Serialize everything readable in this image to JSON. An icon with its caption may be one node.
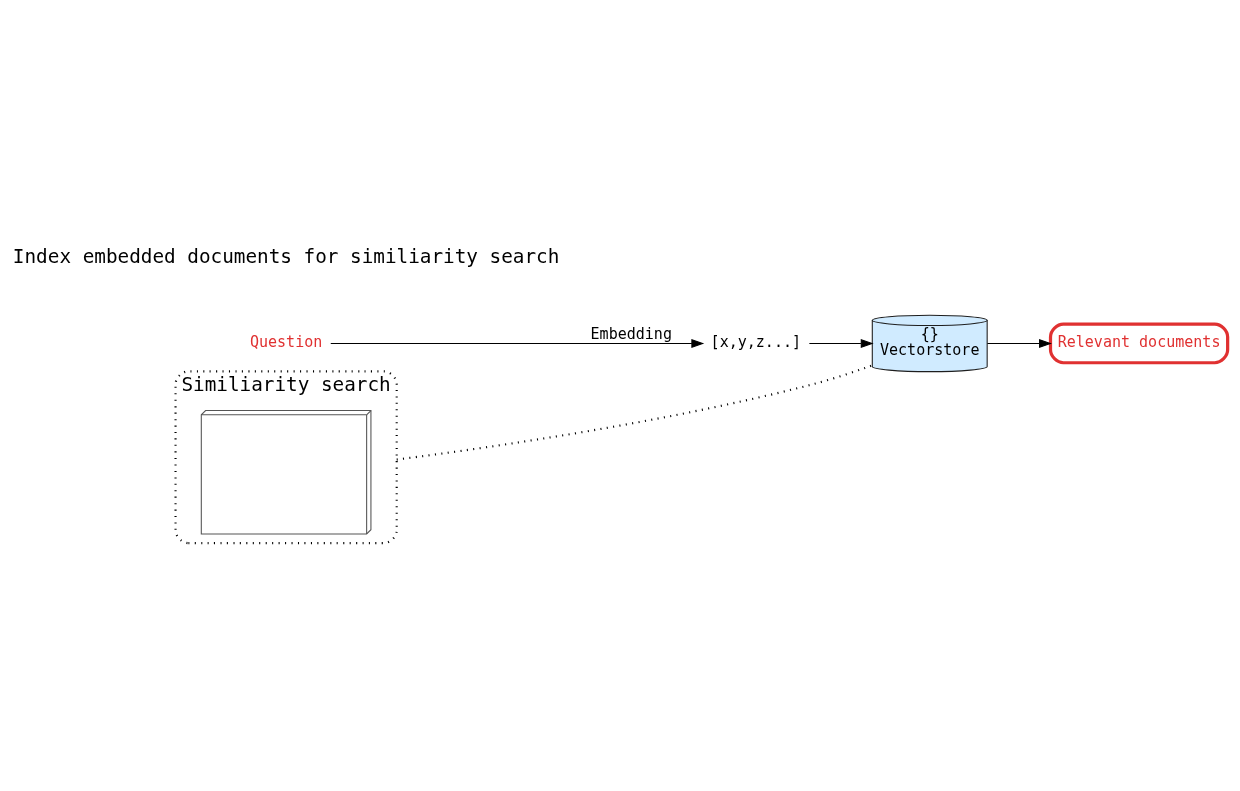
{
  "diagram": {
    "nodes": [
      {
        "text": [
          "Question"
        ]
      },
      {
        "text": [
          "[x,y,z...]"
        ]
      },
      {
        "text": [
          "{}",
          "Vectorstore"
        ]
      },
      {
        "text": [
          "Relevant documents"
        ]
      },
      {
        "text": [
          "Similiarity search"
        ]
      },
      {
        "text": [],
        "shape": "picture",
        "in": 4
      }
    ],
    "edges": [
      {
        "from": 0,
        "to": 1,
        "arrow": "to",
        "label": "Embedding"
      },
      {
        "from": 1,
        "to": 2,
        "arrow": "to"
      },
      {
        "from": 2,
        "to": 3,
        "arrow": "to"
      },
      {
        "from": 4,
        "to": 2,
        "arrow": "none",
        "style": "dashed"
      }
    ],
    "labels": [
      "Index embedded documents for similiarity search"
    ]
  }
}
